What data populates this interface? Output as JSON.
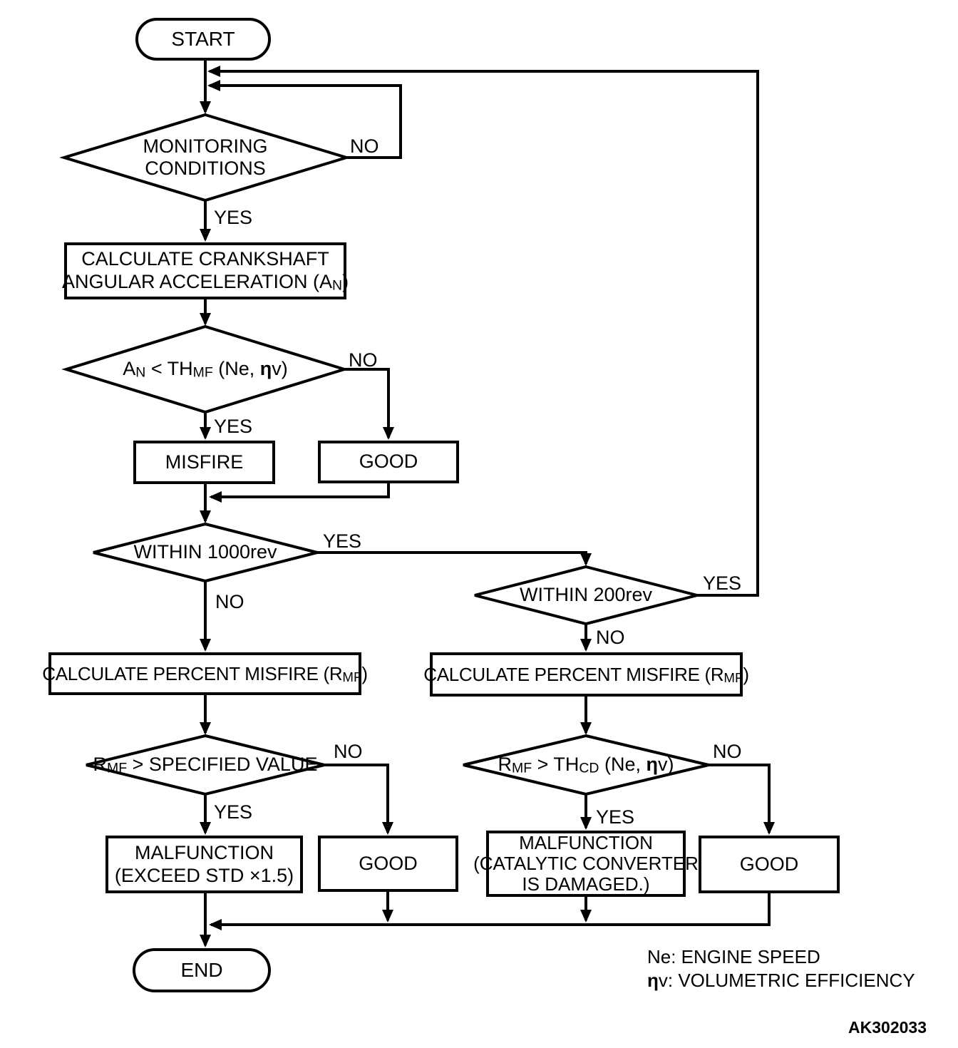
{
  "figure_code": "AK302033",
  "labels": {
    "yes": "YES",
    "no": "NO"
  },
  "nodes": {
    "start": {
      "label": "START"
    },
    "monitoring": {
      "line1": "MONITORING",
      "line2": "CONDITIONS"
    },
    "calc_accel": {
      "line1": "CALCULATE CRANKSHAFT",
      "line2_pre": "ANGULAR ACCELERATION (A",
      "line2_sub": "N",
      "line2_post": ")"
    },
    "an_check": {
      "pre": "A",
      "pre_sub": "N",
      "mid": " < TH",
      "mid_sub": "MF",
      "tail1": " (Ne, ",
      "eta": "η",
      "tail2": "v)"
    },
    "misfire": {
      "label": "MISFIRE"
    },
    "good": {
      "label": "GOOD"
    },
    "within1000": {
      "label": "WITHIN 1000rev"
    },
    "within200": {
      "label": "WITHIN 200rev"
    },
    "calc_pm": {
      "pre": "CALCULATE PERCENT MISFIRE (R",
      "sub": "MF",
      "post": ")"
    },
    "rmf_spec": {
      "pre": "R",
      "sub": "MF",
      "rest": " > SPECIFIED VALUE"
    },
    "rmf_thcd": {
      "pre": "R",
      "pre_sub": "MF",
      "mid": " > TH",
      "mid_sub": "CD",
      "tail1": " (Ne, ",
      "eta": "η",
      "tail2": "v)"
    },
    "malfunction_std": {
      "line1": "MALFUNCTION",
      "line2": "(EXCEED STD ×1.5)"
    },
    "malfunction_cat": {
      "line1": "MALFUNCTION",
      "line2": "(CATALYTIC CONVERTER",
      "line3": "IS DAMAGED.)"
    },
    "end": {
      "label": "END"
    }
  },
  "legend": {
    "line1": "Ne: ENGINE SPEED",
    "line2_eta": "η",
    "line2_rest": "v: VOLUMETRIC EFFICIENCY"
  },
  "edges": [
    {
      "from": "start",
      "to": "monitoring-conditions",
      "label": ""
    },
    {
      "from": "monitoring-conditions",
      "to": "monitoring-conditions",
      "label": "NO"
    },
    {
      "from": "monitoring-conditions",
      "to": "calc-crankshaft-accel",
      "label": "YES"
    },
    {
      "from": "calc-crankshaft-accel",
      "to": "an-threshold-check",
      "label": ""
    },
    {
      "from": "an-threshold-check",
      "to": "misfire",
      "label": "YES"
    },
    {
      "from": "an-threshold-check",
      "to": "good-1",
      "label": "NO"
    },
    {
      "from": "misfire",
      "to": "within-1000rev",
      "label": ""
    },
    {
      "from": "good-1",
      "to": "within-1000rev",
      "label": ""
    },
    {
      "from": "within-1000rev",
      "to": "within-200rev",
      "label": "YES"
    },
    {
      "from": "within-1000rev",
      "to": "calc-percent-misfire-left",
      "label": "NO"
    },
    {
      "from": "within-200rev",
      "to": "monitoring-conditions",
      "label": "YES"
    },
    {
      "from": "within-200rev",
      "to": "calc-percent-misfire-right",
      "label": "NO"
    },
    {
      "from": "calc-percent-misfire-left",
      "to": "rmf-specified-check",
      "label": ""
    },
    {
      "from": "rmf-specified-check",
      "to": "malfunction-exceed-std",
      "label": "YES"
    },
    {
      "from": "rmf-specified-check",
      "to": "good-2",
      "label": "NO"
    },
    {
      "from": "calc-percent-misfire-right",
      "to": "rmf-thcd-check",
      "label": ""
    },
    {
      "from": "rmf-thcd-check",
      "to": "malfunction-catalytic",
      "label": "YES"
    },
    {
      "from": "rmf-thcd-check",
      "to": "good-3",
      "label": "NO"
    },
    {
      "from": "malfunction-exceed-std",
      "to": "end",
      "label": ""
    },
    {
      "from": "good-2",
      "to": "end",
      "label": ""
    },
    {
      "from": "malfunction-catalytic",
      "to": "end",
      "label": ""
    },
    {
      "from": "good-3",
      "to": "end",
      "label": ""
    }
  ]
}
